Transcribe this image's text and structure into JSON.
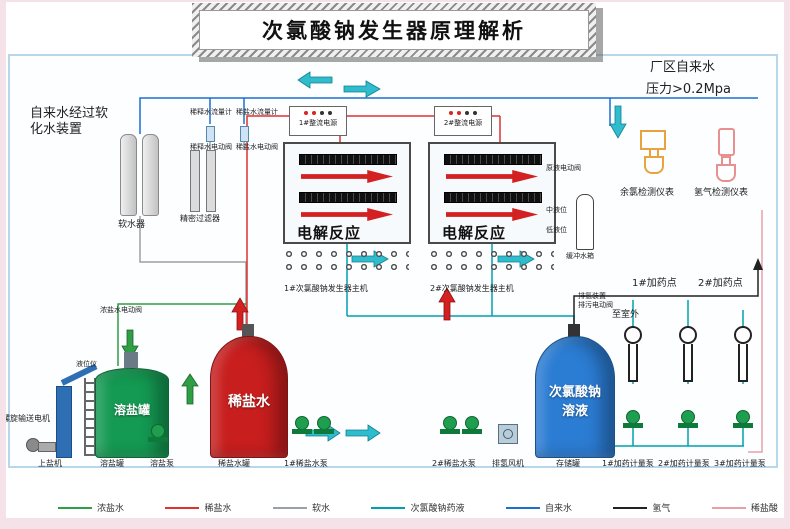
{
  "title": "次氯酸钠发生器原理解析",
  "notes": {
    "plant_water": "厂区自来水",
    "pressure": "压力>0.2Mpa",
    "intro": "自来水经过软化水装置",
    "to_outdoor": "至室外"
  },
  "labels": {
    "softener": "软水器",
    "filter": "精密过滤器",
    "flowmeter_dilution": "稀释水流量计",
    "flowmeter_brine": "稀盐水流量计",
    "valve_dilution": "稀释水电动阀",
    "valve_brine": "稀盐水电动阀",
    "valve_conc_brine": "浓盐水电动阀",
    "level_gauge": "液位仪",
    "screw_motor": "螺旋输送电机",
    "raw_valve": "原液电动阀",
    "level_mid": "中液位",
    "level_low": "低液位",
    "buffer_tank": "缓冲水箱",
    "hydrogen_vent": "排氢装置",
    "drain_valve": "排污电动阀"
  },
  "electrolysis": {
    "units": [
      {
        "power": "1#整流电源",
        "reaction": "电解反应",
        "caption": "1#次氯酸钠发生器主机"
      },
      {
        "power": "2#整流电源",
        "reaction": "电解反应",
        "caption": "2#次氯酸钠发生器主机"
      }
    ]
  },
  "instruments": [
    {
      "label": "余氯检测仪表",
      "color": "#e8a33d"
    },
    {
      "label": "氢气检测仪表",
      "color": "#e89090"
    }
  ],
  "dosing_points": [
    "1#加药点",
    "2#加药点"
  ],
  "tanks": [
    {
      "label": "溶盐罐",
      "color": "#149a52"
    },
    {
      "label": "稀盐水",
      "color": "#c81e1e"
    },
    {
      "label": "次氯酸钠溶液",
      "color": "#2b7cd3"
    }
  ],
  "equipment_captions": [
    "上盐机",
    "溶盐罐",
    "溶盐泵",
    "稀盐水罐",
    "1#稀盐水泵",
    "2#稀盐水泵",
    "排氢风机",
    "存储罐",
    "1#加药计量泵",
    "2#加药计量泵",
    "3#加药计量泵"
  ],
  "legend": [
    {
      "label": "浓盐水",
      "color": "#2f9e44"
    },
    {
      "label": "稀盐水",
      "color": "#e03131"
    },
    {
      "label": "软水",
      "color": "#9aa0a6"
    },
    {
      "label": "次氯酸钠药液",
      "color": "#00a0b0"
    },
    {
      "label": "自来水",
      "color": "#1b6fd0"
    },
    {
      "label": "氢气",
      "color": "#222222"
    },
    {
      "label": "稀盐酸",
      "color": "#e8a0a8"
    }
  ]
}
